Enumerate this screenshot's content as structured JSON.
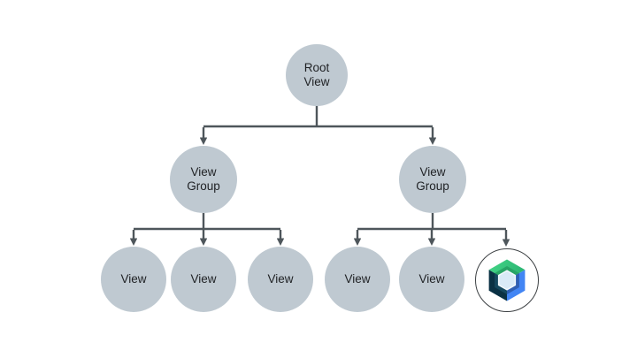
{
  "diagram": {
    "name": "view-hierarchy-tree",
    "nodes": {
      "root": {
        "label": "Root View"
      },
      "group_left": {
        "label": "View Group"
      },
      "group_right": {
        "label": "View Group"
      },
      "left_view_1": {
        "label": "View"
      },
      "left_view_2": {
        "label": "View"
      },
      "left_view_3": {
        "label": "View"
      },
      "right_view_1": {
        "label": "View"
      },
      "right_view_2": {
        "label": "View"
      },
      "compose_node": {
        "label": "",
        "icon": "jetpack-compose-logo"
      }
    },
    "edges": [
      {
        "from": "root",
        "to": "group_left"
      },
      {
        "from": "root",
        "to": "group_right"
      },
      {
        "from": "group_left",
        "to": "left_view_1"
      },
      {
        "from": "group_left",
        "to": "left_view_2"
      },
      {
        "from": "group_left",
        "to": "left_view_3"
      },
      {
        "from": "group_right",
        "to": "right_view_1"
      },
      {
        "from": "group_right",
        "to": "right_view_2"
      },
      {
        "from": "group_right",
        "to": "compose_node"
      }
    ],
    "colors": {
      "background": "#ffffff",
      "node_fill": "#bfc9d1",
      "connector": "#4e565b",
      "text": "#1f2124",
      "compose_ring": "#3c4043",
      "compose_green_light": "#44d687",
      "compose_green_dark": "#2cb673",
      "compose_green_bevel": "#28a466",
      "compose_blue": "#4285f4",
      "compose_blue_bevel": "#2f5fb3",
      "compose_navy": "#0a3144",
      "compose_navy_bevel": "#15485f",
      "compose_core": "#d9eaf7",
      "compose_core_stroke": "#f2f8fd"
    }
  }
}
